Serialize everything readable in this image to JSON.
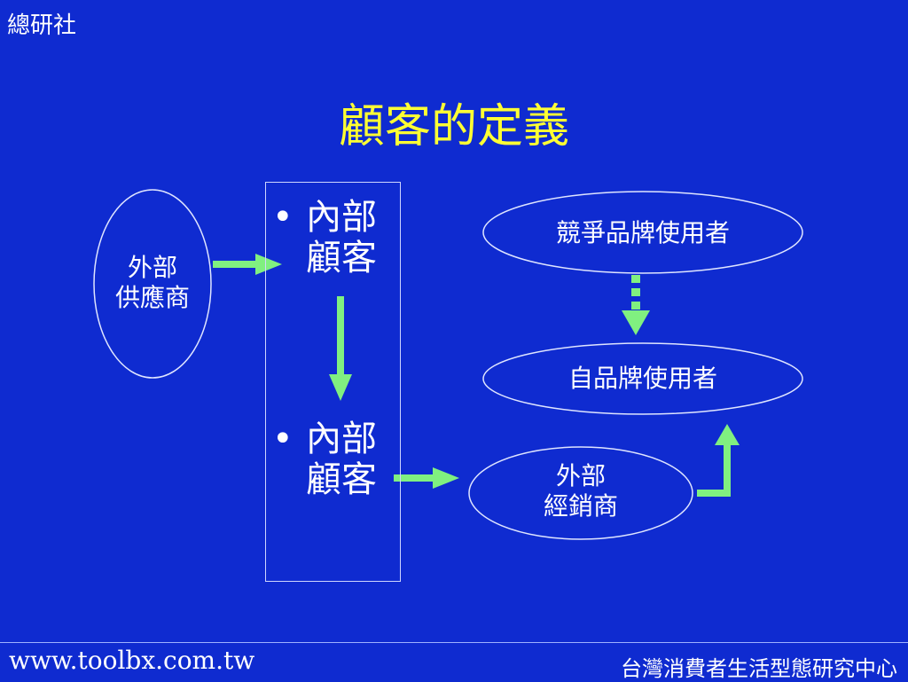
{
  "header": {
    "brand": "總研社"
  },
  "slide": {
    "title": "顧客的定義"
  },
  "diagram": {
    "supplier": {
      "line1": "外部",
      "line2": "供應商"
    },
    "internal_top": {
      "bullet": "•",
      "line1": "內部",
      "line2": "顧客"
    },
    "internal_bottom": {
      "bullet": "•",
      "line1": "內部",
      "line2": "顧客"
    },
    "competitor_users": "競爭品牌使用者",
    "own_users": "自品牌使用者",
    "distributor": {
      "line1": "外部",
      "line2": "經銷商"
    }
  },
  "footer": {
    "url": "www.toolbx.com.tw",
    "org": "台灣消費者生活型態研究中心"
  },
  "colors": {
    "background": "#0f2bd0",
    "title": "#ffff33",
    "arrow": "#80f080",
    "text": "#ffffff"
  }
}
